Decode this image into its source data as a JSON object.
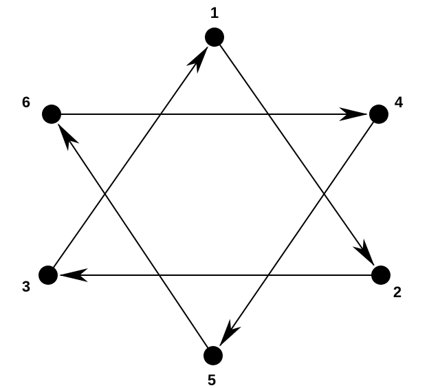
{
  "diagram": {
    "line_color": "#000000",
    "node_color": "#000000",
    "nodes": [
      {
        "id": "1",
        "label": "1"
      },
      {
        "id": "2",
        "label": "2"
      },
      {
        "id": "3",
        "label": "3"
      },
      {
        "id": "4",
        "label": "4"
      },
      {
        "id": "5",
        "label": "5"
      },
      {
        "id": "6",
        "label": "6"
      }
    ],
    "edges": [
      {
        "from": "1",
        "to": "2"
      },
      {
        "from": "2",
        "to": "3"
      },
      {
        "from": "3",
        "to": "1"
      },
      {
        "from": "6",
        "to": "4"
      },
      {
        "from": "4",
        "to": "5"
      },
      {
        "from": "5",
        "to": "6"
      }
    ]
  }
}
